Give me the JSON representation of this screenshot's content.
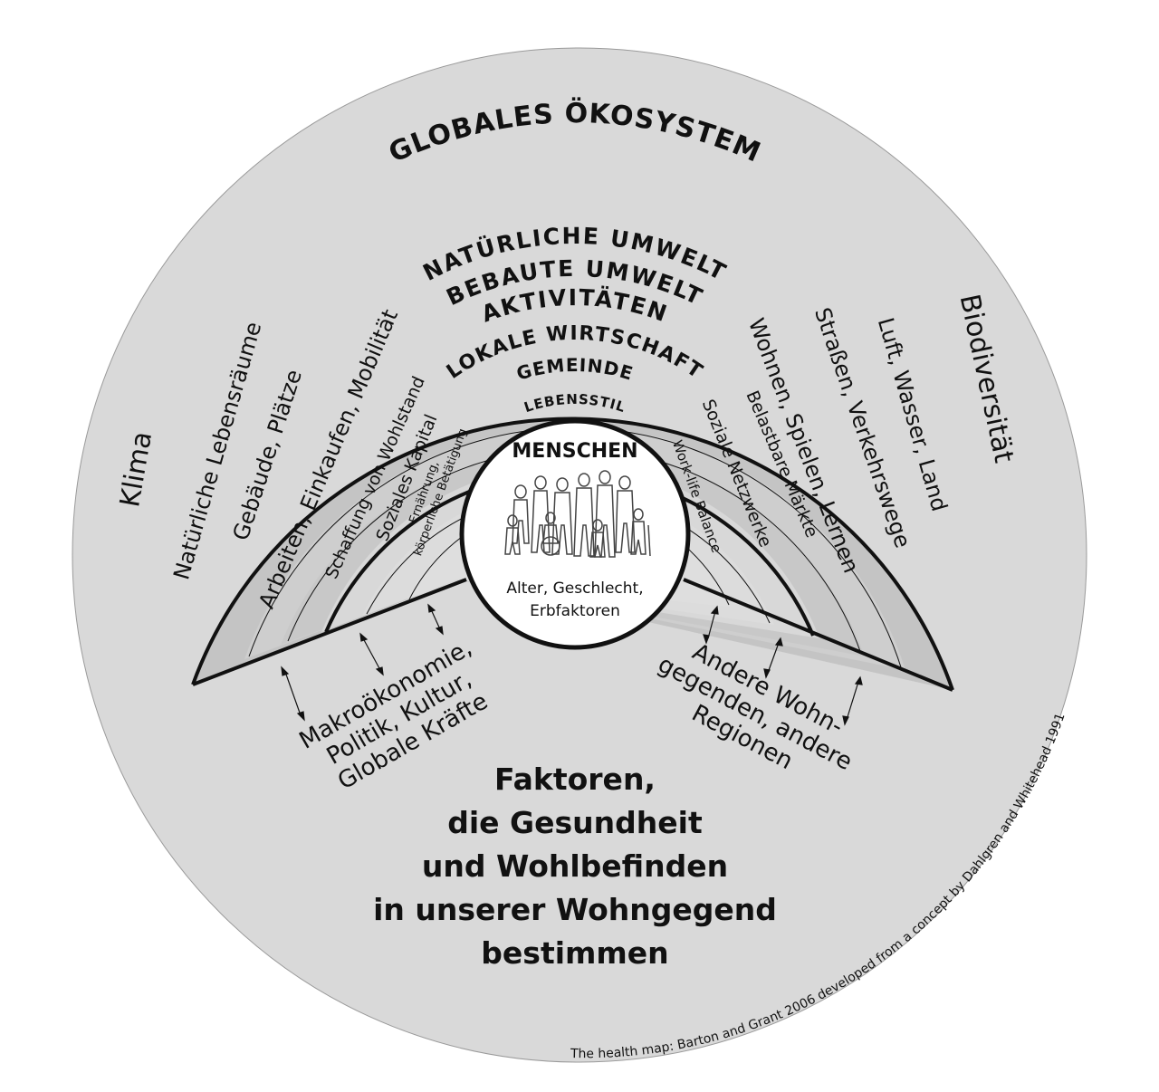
{
  "title_outer": "GLOBALES ÖKOSYSTEM",
  "rings": {
    "natural": "NATÜRLICHE UMWELT",
    "built": "BEBAUTE UMWELT",
    "activities": "AKTIVITÄTEN",
    "economy": "LOKALE WIRTSCHAFT",
    "community": "GEMEINDE",
    "lifestyle": "LEBENSSTIL",
    "people": "MENSCHEN"
  },
  "left_labels": {
    "climate": "Klima",
    "habitats": "Natürliche Lebensräume",
    "buildings": "Gebäude, Plätze",
    "working": "Arbeiten, Einkaufen, Mobilität",
    "wealth": "Schaffung von Wohlstand",
    "social_capital": "Soziales Kapital",
    "diet_line1": "Ernährung,",
    "diet_line2": "körperliche Betätigung"
  },
  "right_labels": {
    "biodiversity": "Biodiversität",
    "air": "Luft, Wasser, Land",
    "streets": "Straßen, Verkehrswege",
    "living": "Wohnen, Spielen, Lernen",
    "markets": "Belastbare Märkte",
    "networks": "Soziale Netzwerke",
    "worklife": "Work-life Balance"
  },
  "people_text": {
    "line1": "Alter, Geschlecht,",
    "line2": "Erbfaktoren"
  },
  "macro": {
    "line1": "Makroökonomie,",
    "line2": "Politik, Kultur,",
    "line3": "Globale Kräfte"
  },
  "regions": {
    "line1": "Andere Wohn-",
    "line2": "gegenden, andere",
    "line3": "Regionen"
  },
  "main_title": {
    "line1": "Faktoren,",
    "line2": "die Gesundheit",
    "line3": "und Wohlbefinden",
    "line4": "in unserer Wohngegend",
    "line5": "bestimmen"
  },
  "credit": "The health map: Barton and Grant 2006 developed from a concept by Dahlgren and Whitehead 1991",
  "colors": {
    "outer_disc": "#d9d9d9",
    "band_dark": "#c0c0c0",
    "band_mid": "#cbcbcb",
    "band_light": "#d3d3d3",
    "center": "#ffffff",
    "ink": "#111111"
  }
}
